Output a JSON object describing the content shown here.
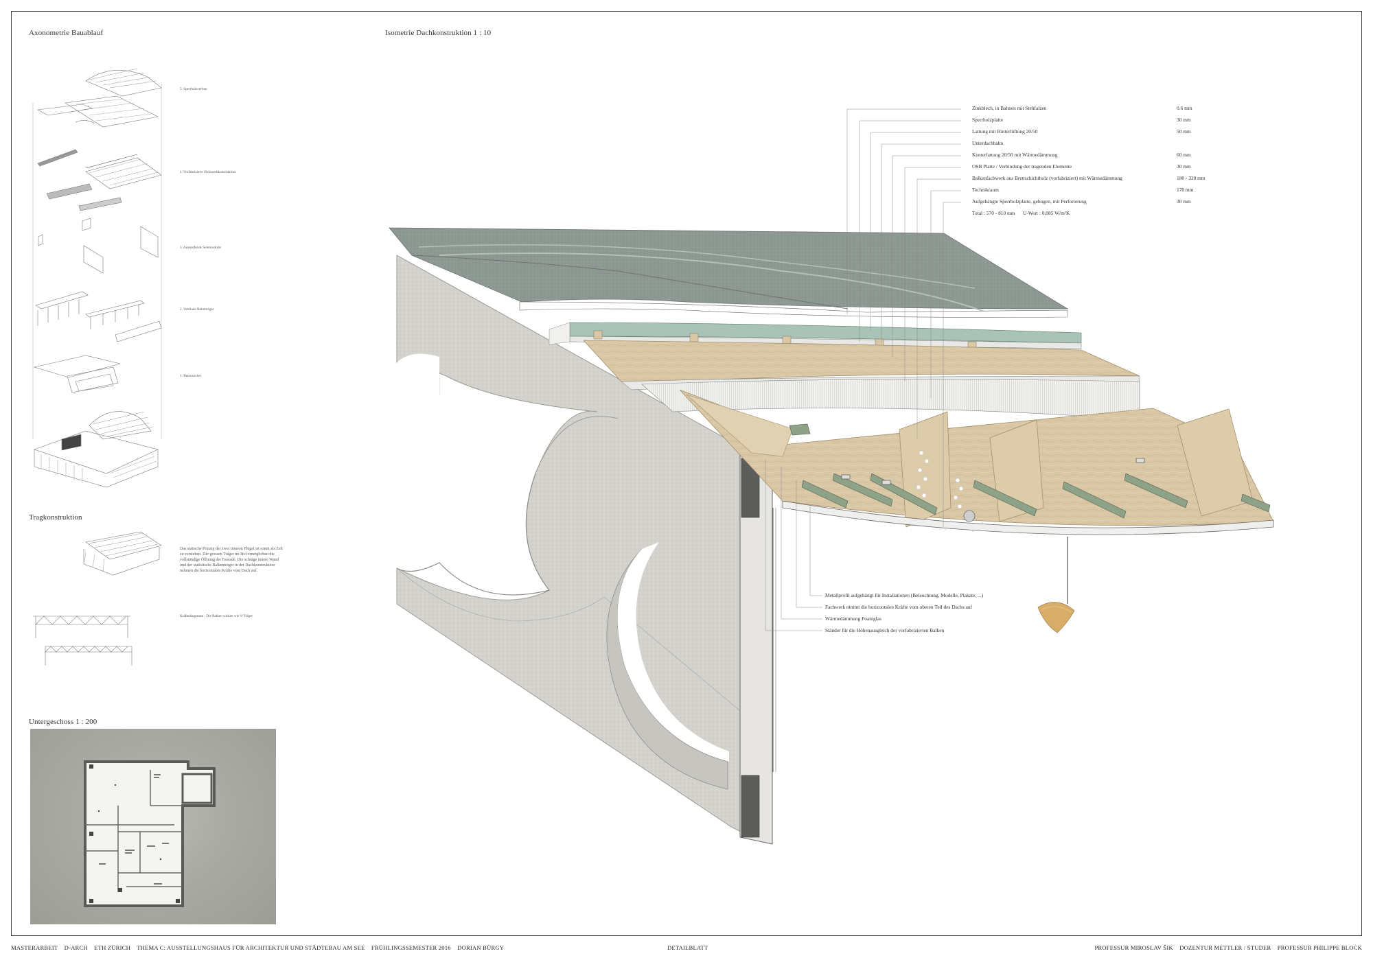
{
  "left": {
    "axo_title": "Axonometrie Bauablauf",
    "steps": [
      "5. Sperrholzverbau",
      "4. Vorfabrizierte Holzwerkkonstruktion",
      "3. Aussteifende Seitenwände",
      "2. Vertikale Betonträger",
      "1. Betonsockel"
    ],
    "trag_title": "Tragkonstruktion",
    "trag_text": "Das statische Prinzip der zwei inneren Flügel ist somit als Zelt zu verstehen. Die grossen Träger im Hof ermöglichen die vollständige Öffnung der Fassade. Die schräge innere Wand und der statistische Balkenträger in der Dachkonstruktion nehmen die horizontalen Kräfte vom Dach auf.",
    "truss_text": "Kräftediagramm : Die Balken wirken wie V-Träger",
    "plan_title": "Untergeschoss 1 : 200"
  },
  "main": {
    "title": "Isometrie Dachkonstruktion 1 : 10",
    "layers": [
      {
        "label": "Zinkblech, in Bahnen mit Stehfalzen",
        "value": "0.6 mm"
      },
      {
        "label": "Sperrholzplatte",
        "value": "30 mm"
      },
      {
        "label": "Lattung mit Hinterlüftung 20/50",
        "value": "50 mm"
      },
      {
        "label": "Unterdachbahn",
        "value": ""
      },
      {
        "label": "Konterlattung 20/50 mit Wärmedämmung",
        "value": "60 mm"
      },
      {
        "label": "OSB Platte / Verbindung der tragenden Elemente",
        "value": "30 mm"
      },
      {
        "label": "Balkenfachwerk aus Brettschichtholz (vorfabriziert) mit Wärmedämmung",
        "value": "180 - 320 mm"
      },
      {
        "label": "Technikraum",
        "value": "170 mm"
      },
      {
        "label": "Aufgehängte Sperrholzplatte, gebogen, mit Perforierung",
        "value": "30 mm"
      }
    ],
    "total": "Total : 570 - 810 mm",
    "uwert": "U-Wert : 0,085 W/m²K",
    "lower_labels": [
      "Metallprofil aufgehängt für Installationen (Beleuchtung, Modelle, Plakate, ...)",
      "Fachwerk nimmt die horizontalen Kräfte vom oberen Teil des Dachs auf",
      "Wärmedämmung Foamglas",
      "Ständer für die Höhenausgleich der vorfabrizierten Balken"
    ]
  },
  "footer": {
    "left": [
      "MASTERARBEIT",
      "D-ARCH",
      "ETH ZÜRICH",
      "THEMA C: AUSSTELLUNGSHAUS FÜR ARCHITEKTUR UND STÄDTEBAU AM SEE",
      "FRÜHLINGSSEMESTER 2016",
      "DORIAN BÜRGY"
    ],
    "center": "DETAILBLATT",
    "right": [
      "PROFESSUR MIROSLAV ŠIK",
      "DOZENTUR METTLER / STUDER",
      "PROFESSUR PHILIPPE BLOCK"
    ]
  },
  "colors": {
    "concrete": "#d6d5d0",
    "zinc": "#8f9a93",
    "timber": "#d8c6a4",
    "insulation": "#a8c4b5"
  }
}
